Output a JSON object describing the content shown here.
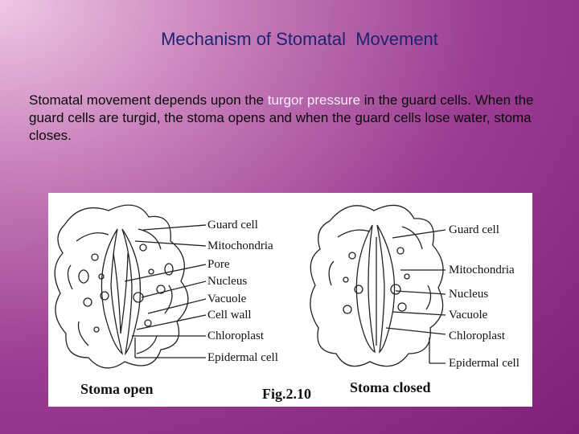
{
  "slide": {
    "title": "Mechanism of Stomatal  Movement",
    "body_before": "Stomatal  movement  depends upon the ",
    "body_highlight": "turgor pressure",
    "body_after": " in the guard cells. When the guard cells are turgid, the stoma opens and when the guard cells lose water, stoma closes."
  },
  "figure": {
    "left_labels": [
      "Guard cell",
      "Mitochondria",
      "Pore",
      "Nucleus",
      "Vacuole",
      "Cell wall",
      "Chloroplast",
      "Epidermal cell"
    ],
    "right_labels": [
      "Guard cell",
      "Mitochondria",
      "Nucleus",
      "Vacuole",
      "Chloroplast",
      "Epidermal cell"
    ],
    "caption_open": "Stoma open",
    "caption_fig": "Fig.2.10",
    "caption_closed": "Stoma closed"
  },
  "colors": {
    "title": "#1d2470",
    "highlight": "#f4ecf6"
  }
}
